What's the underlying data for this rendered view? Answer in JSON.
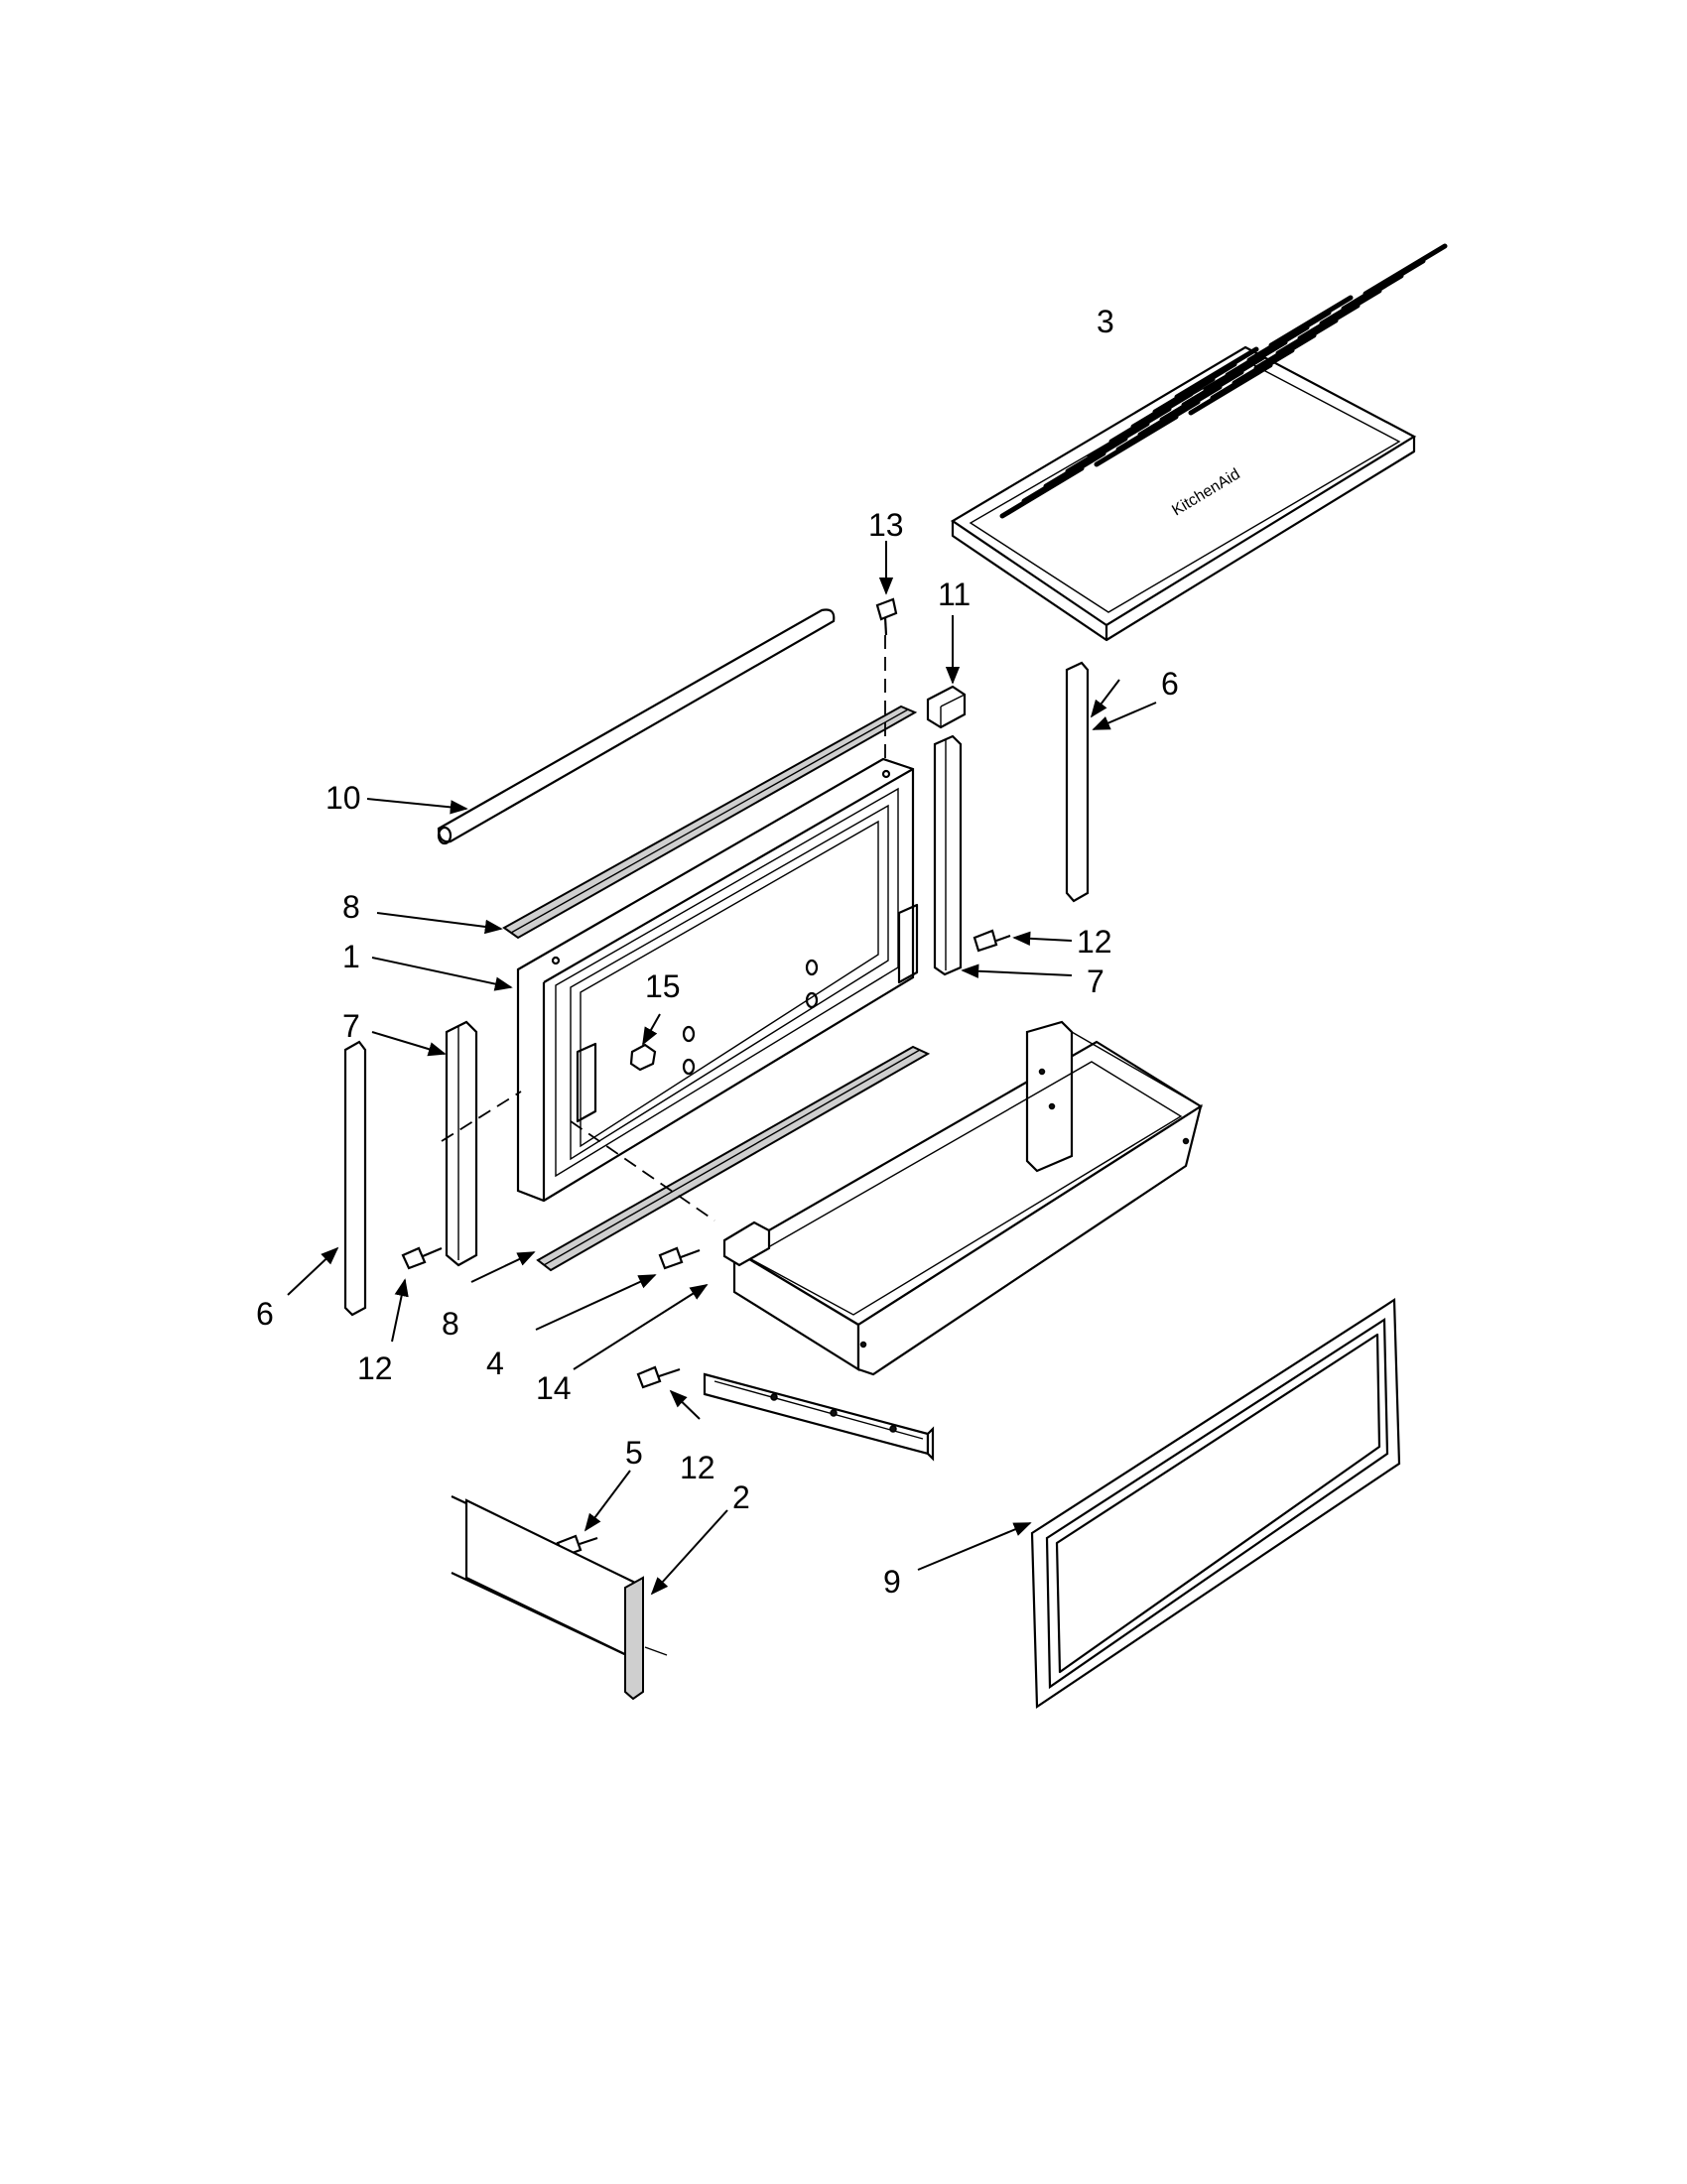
{
  "callouts": [
    {
      "id": "1",
      "text": "1"
    },
    {
      "id": "2",
      "text": "2"
    },
    {
      "id": "3",
      "text": "3"
    },
    {
      "id": "4",
      "text": "4"
    },
    {
      "id": "5",
      "text": "5"
    },
    {
      "id": "6a",
      "text": "6"
    },
    {
      "id": "6b",
      "text": "6"
    },
    {
      "id": "7a",
      "text": "7"
    },
    {
      "id": "7b",
      "text": "7"
    },
    {
      "id": "8a",
      "text": "8"
    },
    {
      "id": "8b",
      "text": "8"
    },
    {
      "id": "9",
      "text": "9"
    },
    {
      "id": "10",
      "text": "10"
    },
    {
      "id": "11",
      "text": "11"
    },
    {
      "id": "12a",
      "text": "12"
    },
    {
      "id": "12b",
      "text": "12"
    },
    {
      "id": "12c",
      "text": "12"
    },
    {
      "id": "13",
      "text": "13"
    },
    {
      "id": "14",
      "text": "14"
    },
    {
      "id": "15",
      "text": "15"
    }
  ]
}
